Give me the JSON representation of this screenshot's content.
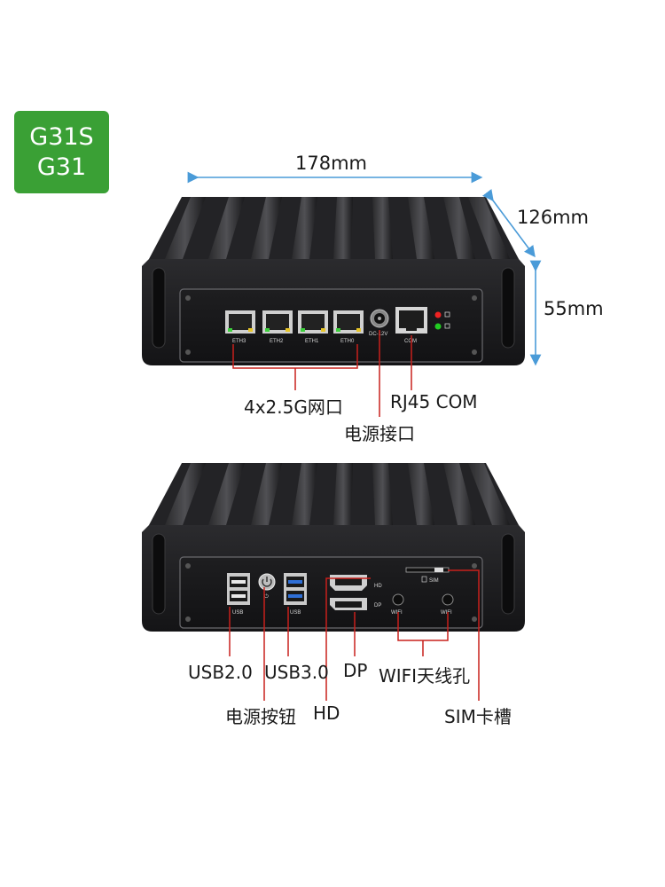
{
  "badge": {
    "line1": "G31S",
    "line2": "G31"
  },
  "dimensions": {
    "width": "178mm",
    "depth": "126mm",
    "height": "55mm"
  },
  "front_ports": {
    "eth": [
      "ETH3",
      "ETH2",
      "ETH1",
      "ETH0"
    ],
    "dc": "DC-12V",
    "com": "COM"
  },
  "front_callouts": {
    "lan": "4x2.5G网口",
    "rj45": "RJ45 COM",
    "power_port": "电源接口"
  },
  "back_ports": {
    "usb2": "USB",
    "usb3": "USB",
    "hd": "HD",
    "dp": "DP",
    "wifi_left": "WIFI",
    "wifi_right": "WIFI",
    "sim": "SIM"
  },
  "back_callouts": {
    "usb2": "USB2.0",
    "usb3": "USB3.0",
    "dp": "DP",
    "wifi": "WIFI天线孔",
    "power_button": "电源按钮",
    "hd": "HD",
    "sim": "SIM卡槽"
  },
  "colors": {
    "badge_green": "#3aa035",
    "dimension_blue": "#4a9bd8",
    "callout_red": "#c8201c",
    "usb3_blue": "#2f6fd6",
    "chassis": "#1c1c1e"
  },
  "icons": [
    "power-icon",
    "sim-icon",
    "led-indicator-icon"
  ]
}
